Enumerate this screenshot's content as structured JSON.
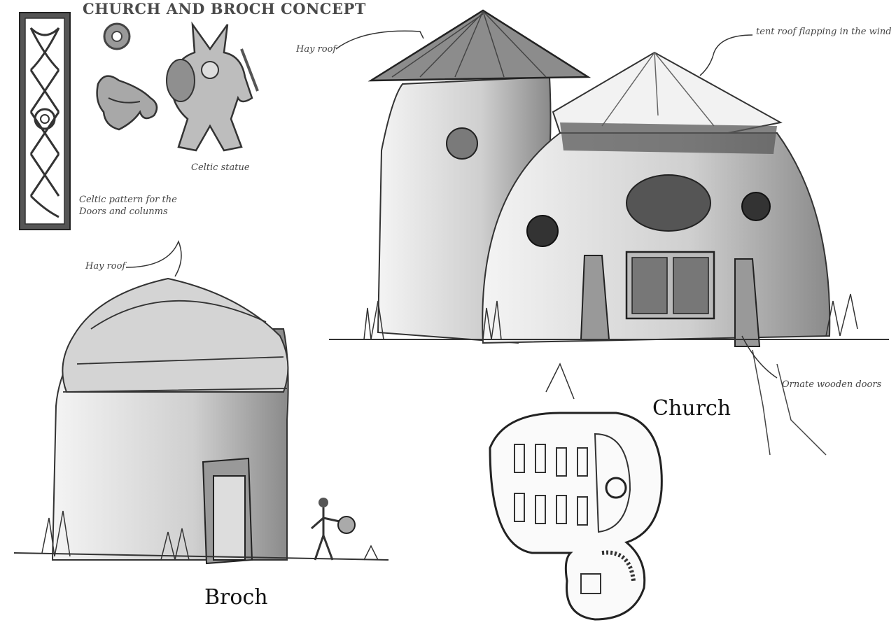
{
  "title": "CHURCH AND BROCH CONCEPT",
  "annotations": {
    "celtic_statue": "Celtic statue",
    "celtic_pattern_line1": "Celtic pattern for the",
    "celtic_pattern_line2": "Doors and colunms",
    "hay_roof_church": "Hay roof",
    "tent_roof": "tent roof flapping in the wind",
    "hay_roof_broch": "Hay roof",
    "ornate_doors": "Ornate wooden doors"
  },
  "labels": {
    "church": "Church",
    "broch": "Broch"
  },
  "colors": {
    "ink": "#2a2a2a",
    "shade": "#9a9a9a",
    "paper": "#ffffff"
  }
}
